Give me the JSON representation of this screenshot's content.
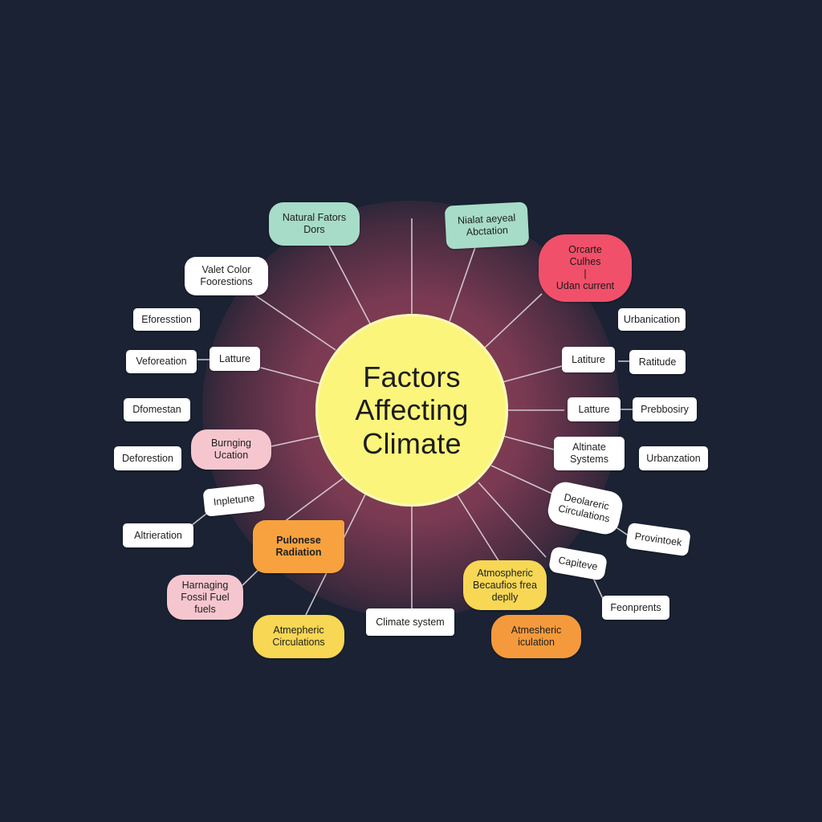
{
  "diagram": {
    "title": "Factors\nAffecting\nClimate",
    "nodes": [
      {
        "id": "natural-factors",
        "text": "Natural Fators\nDors"
      },
      {
        "id": "natural-aeyeal",
        "text": "Nialat aeyeal\nAbctation"
      },
      {
        "id": "orcarte-culhes",
        "text": "Orcarte\nCulhes\n|\nUdan current"
      },
      {
        "id": "valet-color",
        "text": "Valet Color\nFoorestions"
      },
      {
        "id": "eforesstion",
        "text": "Eforesstion"
      },
      {
        "id": "urbanication",
        "text": "Urbanication"
      },
      {
        "id": "veforeation",
        "text": "Veforeation"
      },
      {
        "id": "latture-left",
        "text": "Latture"
      },
      {
        "id": "latiture-right",
        "text": "Latiture"
      },
      {
        "id": "ratitude",
        "text": "Ratitude"
      },
      {
        "id": "dfomestan",
        "text": "Dfomestan"
      },
      {
        "id": "latture-right",
        "text": "Latture"
      },
      {
        "id": "prebbosiry",
        "text": "Prebbosiry"
      },
      {
        "id": "burnging-ucation",
        "text": "Burnging\nUcation"
      },
      {
        "id": "deforestion",
        "text": "Deforestion"
      },
      {
        "id": "altinate-systems",
        "text": "Altinate\nSystems"
      },
      {
        "id": "urbanzation",
        "text": "Urbanzation"
      },
      {
        "id": "inpletune",
        "text": "Inpletune"
      },
      {
        "id": "deolareric",
        "text": "Deolareric\nCirculations"
      },
      {
        "id": "altieration",
        "text": "Altrieration"
      },
      {
        "id": "pulonese-radiation",
        "text": "Pulonese\nRadiation"
      },
      {
        "id": "provintoek",
        "text": "Provintoek"
      },
      {
        "id": "capiteve",
        "text": "Capiteve"
      },
      {
        "id": "harnaging",
        "text": "Harnaging\nFossil Fuel\nfuels"
      },
      {
        "id": "atmospheric-becaufios",
        "text": "Atmospheric\nBecaufios frea\ndeplly"
      },
      {
        "id": "feonprents",
        "text": "Feonprents"
      },
      {
        "id": "climate-system",
        "text": "Climate system"
      },
      {
        "id": "atmepheric-circulations",
        "text": "Atmepheric\nCirculations"
      },
      {
        "id": "atmesheric-iculation",
        "text": "Atmesheric\niculation"
      }
    ]
  },
  "colors": {
    "background": "#1a2233",
    "hub": "#fbf57c",
    "connector": "#e6dde2",
    "mint": "#a7dcc8",
    "pink": "#f6c6cf",
    "red": "#f0506a",
    "orange": "#f7a23e",
    "yellow": "#f7d754"
  }
}
